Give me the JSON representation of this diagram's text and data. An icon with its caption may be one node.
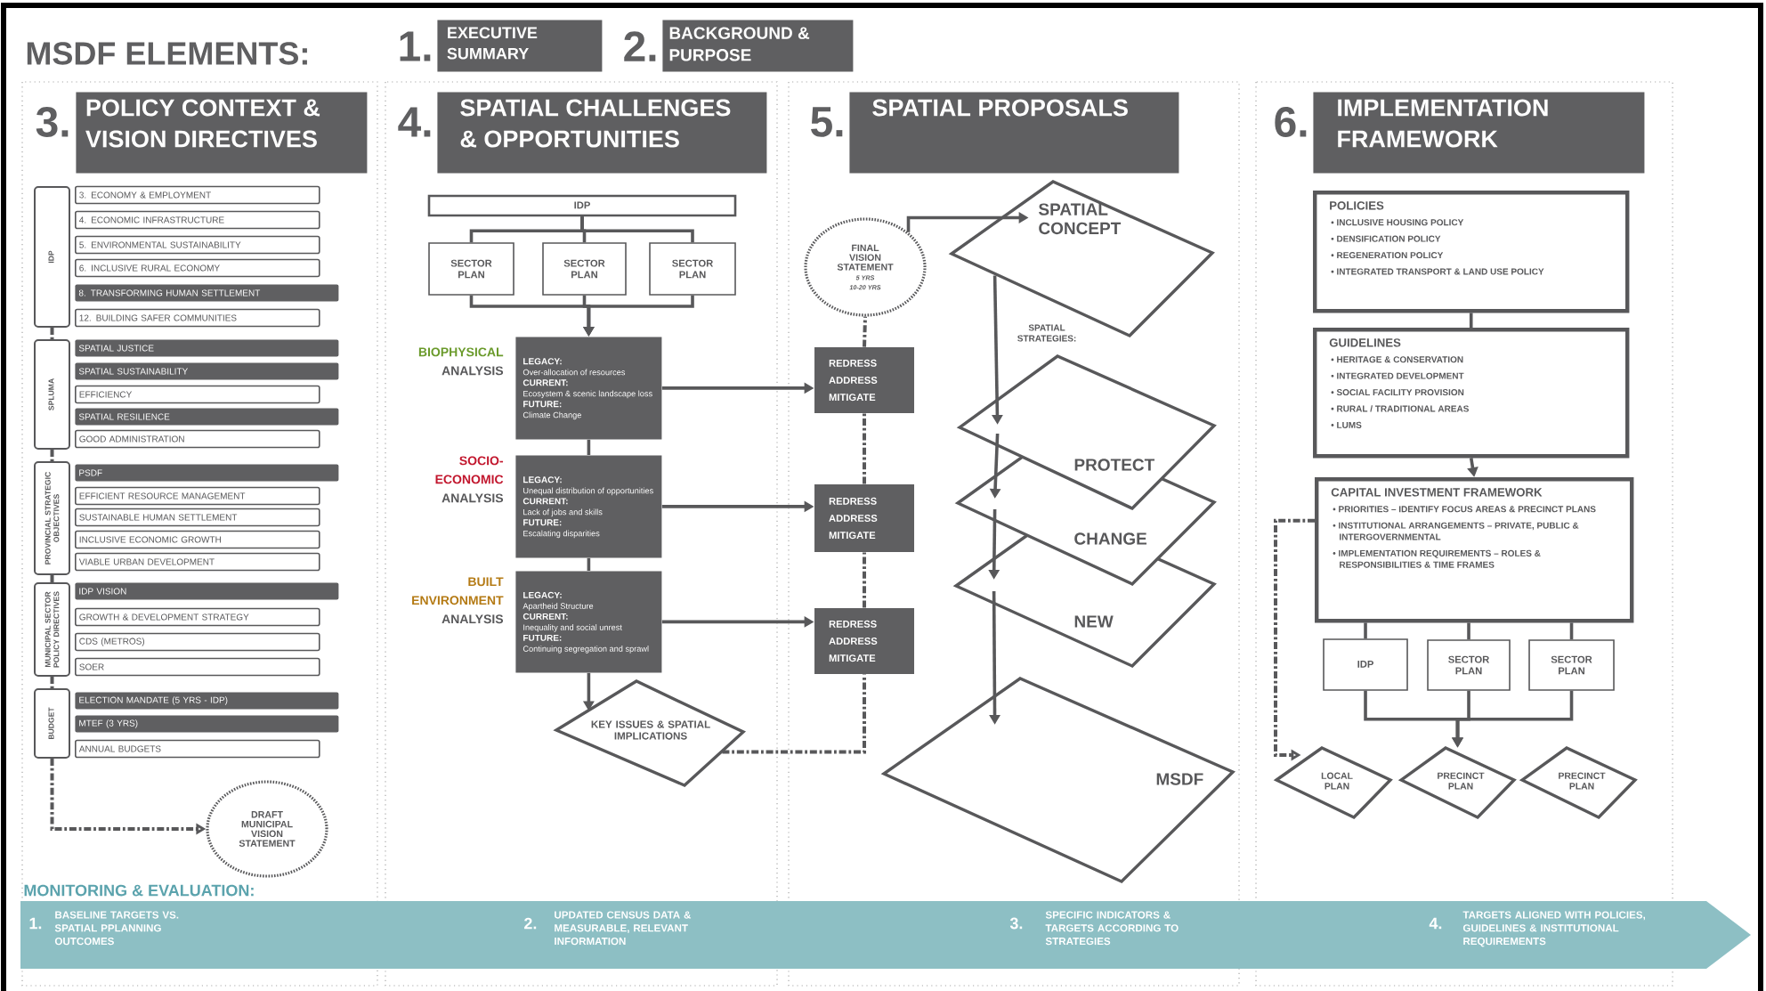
{
  "diagram": {
    "title": "MSDF ELEMENTS:",
    "nodes": [
      {
        "text": [
          "EXECUTIVE SUMMARY"
        ],
        "beside": [
          "1."
        ]
      },
      {
        "text": [
          "BACKGROUND & PURPOSE"
        ],
        "beside": [
          "2."
        ]
      },
      {
        "text": [
          "POLICY CONTEXT & VISION DIRECTIVES"
        ],
        "beside": [
          "3."
        ]
      },
      {
        "text": [
          "SPATIAL CHALLENGES & OPPORTUNITIES"
        ],
        "beside": [
          "4."
        ]
      },
      {
        "text": [
          "SPATIAL PROPOSALS"
        ],
        "beside": [
          "5."
        ]
      },
      {
        "text": [
          "IMPLEMENTATION FRAMEWORK"
        ],
        "beside": [
          "6."
        ]
      },
      {
        "text": [
          "IDP"
        ]
      },
      {
        "text": [
          "3. ECONOMY & EMPLOYMENT"
        ]
      },
      {
        "text": [
          "4. ECONOMIC INFRASTRUCTURE"
        ]
      },
      {
        "text": [
          "5. ENVIRONMENTAL SUSTAINABILITY"
        ]
      },
      {
        "text": [
          "6. INCLUSIVE RURAL ECONOMY"
        ]
      },
      {
        "text": [
          "8. TRANSFORMING HUMAN SETTLEMENT"
        ]
      },
      {
        "text": [
          "12. BUILDING SAFER COMMUNITIES"
        ]
      },
      {
        "text": [
          "SPLUMA"
        ]
      },
      {
        "text": [
          "SPATIAL JUSTICE"
        ]
      },
      {
        "text": [
          "SPATIAL SUSTAINABILITY"
        ]
      },
      {
        "text": [
          "EFFICIENCY"
        ]
      },
      {
        "text": [
          "SPATIAL RESILIENCE"
        ]
      },
      {
        "text": [
          "GOOD ADMINISTRATION"
        ]
      },
      {
        "text": [
          "PROVINCIAL STRATEGIC OBJECTIVES"
        ]
      },
      {
        "text": [
          "PSDF"
        ]
      },
      {
        "text": [
          "EFFICIENT RESOURCE MANAGEMENT"
        ]
      },
      {
        "text": [
          "SUSTAINABLE HUMAN SETTLEMENT"
        ]
      },
      {
        "text": [
          "INCLUSIVE ECONOMIC GROWTH"
        ]
      },
      {
        "text": [
          "VIABLE URBAN DEVELOPMENT"
        ]
      },
      {
        "text": [
          "MUNICIPAL SECTOR POLICY DIRECTIVES"
        ]
      },
      {
        "text": [
          "IDP VISION"
        ]
      },
      {
        "text": [
          "GROWTH & DEVELOPMENT STRATEGY"
        ]
      },
      {
        "text": [
          "CDS (METROS)"
        ]
      },
      {
        "text": [
          "SOER"
        ]
      },
      {
        "text": [
          "BUDGET"
        ]
      },
      {
        "text": [
          "ELECTION MANDATE (5 YRS - IDP)"
        ]
      },
      {
        "text": [
          "MTEF (3 YRS)"
        ]
      },
      {
        "text": [
          "ANNUAL BUDGETS"
        ]
      },
      {
        "text": [
          "DRAFT MUNICIPAL VISION STATEMENT"
        ]
      },
      {
        "text": [
          "IDP"
        ]
      },
      {
        "text": [
          "SECTOR PLAN"
        ]
      },
      {
        "text": [
          "SECTOR PLAN"
        ]
      },
      {
        "text": [
          "SECTOR PLAN"
        ]
      },
      {
        "text": [
          "LEGACY:",
          "Over-allocation of resources",
          "CURRENT:",
          "Ecosystem & scenic landscape loss",
          "FUTURE:",
          "Climate Change"
        ],
        "beside": [
          "BIOPHYSICAL",
          "ANALYSIS"
        ]
      },
      {
        "text": [
          "LEGACY:",
          "Unequal distribution of opportunities",
          "CURRENT:",
          "Lack of jobs and skills",
          "FUTURE:",
          "Escalating disparities"
        ],
        "beside": [
          "SOCIO-ECONOMIC",
          "ANALYSIS"
        ]
      },
      {
        "text": [
          "LEGACY:",
          "Apartheid Structure",
          "CURRENT:",
          "Inequality and social unrest",
          "FUTURE:",
          "Continuing segregation and sprawl"
        ],
        "beside": [
          "BUILT ENVIRONMENT",
          "ANALYSIS"
        ]
      },
      {
        "text": [
          "KEY ISSUES & SPATIAL IMPLICATIONS"
        ]
      },
      {
        "text": [
          "FINAL VISION STATEMENT",
          "5 YRS",
          "10-20 YRS"
        ]
      },
      {
        "text": [
          "REDRESS ADDRESS MITIGATE"
        ]
      },
      {
        "text": [
          "REDRESS ADDRESS MITIGATE"
        ]
      },
      {
        "text": [
          "REDRESS ADDRESS MITIGATE"
        ]
      },
      {
        "text": [
          "SPATIAL CONCEPT"
        ]
      },
      {
        "text": [
          "PROTECT"
        ]
      },
      {
        "text": [
          "CHANGE"
        ]
      },
      {
        "text": [
          "NEW"
        ]
      },
      {
        "text": [
          "MSDF"
        ]
      },
      {
        "text": [
          "POLICIES",
          "• INCLUSIVE HOUSING POLICY",
          "• DENSIFICATION POLICY",
          "• REGENERATION POLICY",
          "• INTEGRATED TRANSPORT & LAND USE POLICY"
        ]
      },
      {
        "text": [
          "GUIDELINES",
          "• HERITAGE & CONSERVATION",
          "• INTEGRATED DEVELOPMENT",
          "• SOCIAL FACILITY PROVISION",
          "• RURAL / TRADITIONAL AREAS",
          "• LUMS"
        ]
      },
      {
        "text": [
          "CAPITAL INVESTMENT FRAMEWORK",
          "• PRIORITIES – IDENTIFY FOCUS AREAS & PRECINCT PLANS",
          "• INSTITUTIONAL ARRANGEMENTS – PRIVATE, PUBLIC & INTERGOVERNMENTAL",
          "• IMPLEMENTATION REQUIREMENTS – ROLES & RESPONSIBILITIES & TIME FRAMES"
        ]
      },
      {
        "text": [
          "IDP"
        ]
      },
      {
        "text": [
          "SECTOR PLAN"
        ]
      },
      {
        "text": [
          "SECTOR PLAN"
        ]
      },
      {
        "text": [
          "LOCAL PLAN"
        ]
      },
      {
        "text": [
          "PRECINCT PLAN"
        ]
      },
      {
        "text": [
          "PRECINCT PLAN"
        ]
      },
      {
        "text": [
          "MONITORING & EVALUATION:",
          "1.",
          "BASELINE TARGETS VS. SPATIAL PPLANNING OUTCOMES",
          "2.",
          "UPDATED CENSUS DATA & MEASURABLE, RELEVANT INFORMATION",
          "3.",
          "SPECIFIC INDICATORS & TARGETS ACCORDING TO STRATEGIES",
          "4.",
          "TARGETS ALIGNED WITH POLICIES, GUIDELINES & INSTITUTIONAL REQUIREMENTS"
        ]
      }
    ],
    "edges": [
      {
        "from": 6,
        "to": 13,
        "arrow": "none",
        "style": "dashed"
      },
      {
        "from": 13,
        "to": 19,
        "arrow": "none",
        "style": "dashed"
      },
      {
        "from": 19,
        "to": 25,
        "arrow": "none",
        "style": "dashed"
      },
      {
        "from": 25,
        "to": 30,
        "arrow": "none",
        "style": "dashed"
      },
      {
        "from": 30,
        "to": 34,
        "arrow": "to",
        "style": "dashed"
      },
      {
        "from": 35,
        "to": 36,
        "arrow": "none"
      },
      {
        "from": 35,
        "to": 37,
        "arrow": "none"
      },
      {
        "from": 35,
        "to": 38,
        "arrow": "none"
      },
      {
        "from": 36,
        "to": 39,
        "arrow": "to"
      },
      {
        "from": 37,
        "to": 39,
        "arrow": "to"
      },
      {
        "from": 38,
        "to": 39,
        "arrow": "to"
      },
      {
        "from": 39,
        "to": 40,
        "arrow": "none"
      },
      {
        "from": 40,
        "to": 41,
        "arrow": "none"
      },
      {
        "from": 41,
        "to": 42,
        "arrow": "to"
      },
      {
        "from": 39,
        "to": 44,
        "arrow": "to"
      },
      {
        "from": 40,
        "to": 45,
        "arrow": "to"
      },
      {
        "from": 41,
        "to": 46,
        "arrow": "to"
      },
      {
        "from": 42,
        "to": 46,
        "arrow": "none",
        "style": "dashed"
      },
      {
        "from": 46,
        "to": 45,
        "arrow": "none",
        "style": "dashed"
      },
      {
        "from": 45,
        "to": 44,
        "arrow": "none",
        "style": "dashed"
      },
      {
        "from": 44,
        "to": 43,
        "arrow": "none",
        "style": "dashed"
      },
      {
        "from": 43,
        "to": 47,
        "arrow": "to"
      },
      {
        "from": 47,
        "to": 48,
        "arrow": "to",
        "label": "SPATIAL STRATEGIES:"
      },
      {
        "from": 48,
        "to": 49,
        "arrow": "to"
      },
      {
        "from": 49,
        "to": 50,
        "arrow": "to"
      },
      {
        "from": 50,
        "to": 51,
        "arrow": "to"
      },
      {
        "from": 52,
        "to": 53,
        "arrow": "none"
      },
      {
        "from": 53,
        "to": 54,
        "arrow": "to"
      },
      {
        "from": 54,
        "to": 55,
        "arrow": "none"
      },
      {
        "from": 54,
        "to": 56,
        "arrow": "none"
      },
      {
        "from": 54,
        "to": 57,
        "arrow": "none"
      },
      {
        "from": 55,
        "to": 59,
        "arrow": "to"
      },
      {
        "from": 56,
        "to": 59,
        "arrow": "to"
      },
      {
        "from": 57,
        "to": 59,
        "arrow": "to"
      },
      {
        "from": 54,
        "to": 58,
        "arrow": "to",
        "style": "dashed"
      }
    ]
  }
}
